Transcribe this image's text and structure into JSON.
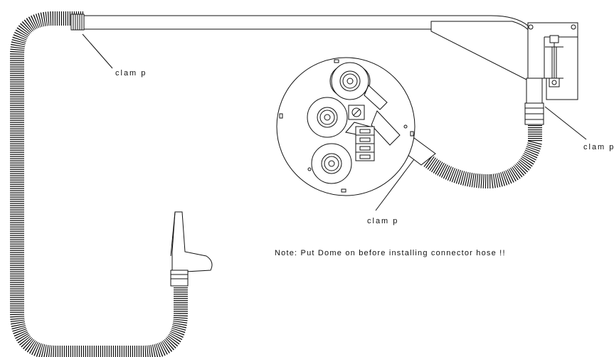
{
  "labels": {
    "clamp_top_left": "clam p",
    "clamp_right": "clam p",
    "clamp_center": "clam p"
  },
  "note": "Note: Put Dome on before installing connector hose !!",
  "colors": {
    "line": "#111111",
    "background": "#ffffff"
  }
}
